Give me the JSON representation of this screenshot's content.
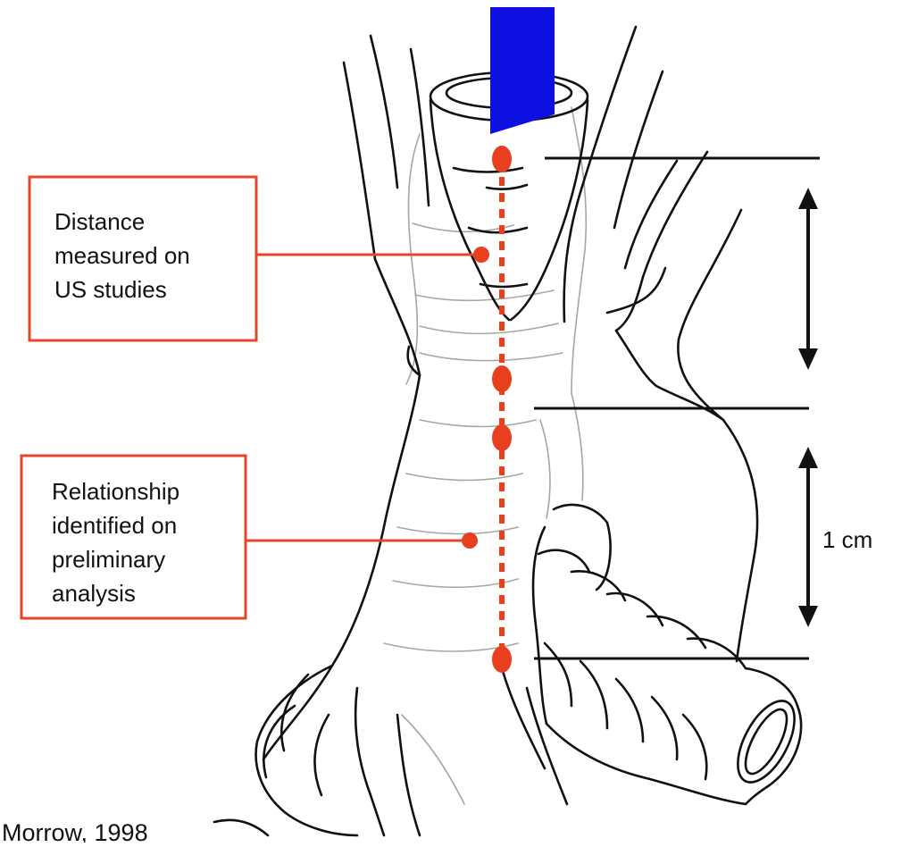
{
  "colors": {
    "background": "#ffffff",
    "ink": "#111111",
    "faint_ink": "#9a9a9a",
    "callout_accent": "#e4462a",
    "measure_dots": "#e8401f",
    "probe": "#0d10e0"
  },
  "callouts": {
    "distance_measured": "Distance\nmeasured on\nUS studies",
    "relationship_identified": "Relationship\nidentified on\npreliminary\nanalysis"
  },
  "scale": {
    "label": "1 cm"
  },
  "citation": "Morrow, 1998"
}
